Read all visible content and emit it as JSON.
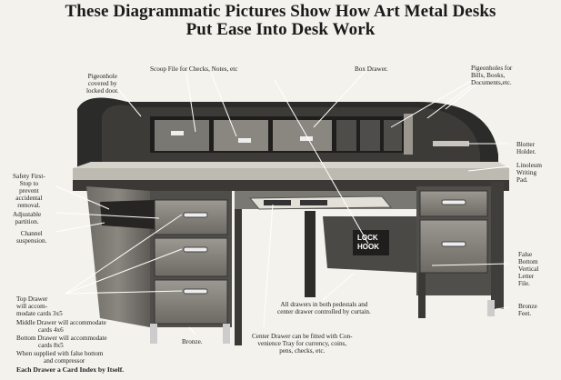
{
  "title": {
    "line1": "These Diagrammatic Pictures Show How Art Metal Desks",
    "line2": "Put Ease Into Desk Work"
  },
  "labels": {
    "pigeonhole_door": [
      "Pigeonhole",
      "covered by",
      "locked door."
    ],
    "scoop_file": "Scoop File for Checks, Notes, etc",
    "box_drawer": "Box Drawer.",
    "pigeonholes_bills": [
      "Pigeonholes for",
      "Bills, Books,",
      "Documents,etc."
    ],
    "blotter_holder": [
      "Blotter",
      "Holder."
    ],
    "linoleum_pad": [
      "Linoleum",
      "Writing",
      "Pad."
    ],
    "safety_first": [
      "Safety First-",
      "Stop to",
      "prevent",
      "accidental",
      "removal."
    ],
    "adjustable_partition": [
      "Adjustable",
      "partition."
    ],
    "channel_suspension": [
      "Channel",
      "suspension."
    ],
    "lock_hook": [
      "LOCK",
      "HOOK"
    ],
    "false_bottom": [
      "False",
      "Bottom",
      "Vertical",
      "Letter",
      "File."
    ],
    "bronze_feet": [
      "Bronze",
      "Feet."
    ],
    "curtain_note": [
      "All drawers in both pedestals and",
      "center drawer controlled by curtain."
    ],
    "top_drawer": [
      "Top Drawer",
      "will accom-",
      "modate cards 3x5"
    ],
    "middle_drawer": [
      "Middle Drawer will accommodate",
      "cards 4x6"
    ],
    "bottom_drawer": [
      "Bottom Drawer will accommodate",
      "cards 8x5"
    ],
    "false_bottom_note": [
      "When supplied with false bottom",
      "and compressor"
    ],
    "card_index": "Each Drawer a Card Index by Itself.",
    "bronze": "Bronze.",
    "center_drawer": [
      "Center Drawer can be fitted with Con-",
      "venience Tray for currency, coins,",
      "pens, checks, etc."
    ]
  }
}
